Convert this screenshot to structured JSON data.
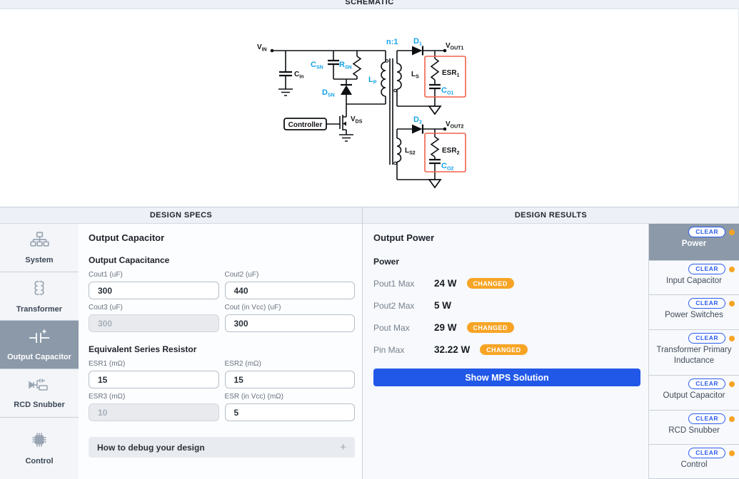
{
  "colors": {
    "accent_blue": "#2158e8",
    "badge_orange": "#f7a425",
    "selected_slate": "#8b99a9",
    "schematic_blue": "#13a3e8",
    "highlight_red": "#f2604a"
  },
  "schematic": {
    "title": "SCHEMATIC",
    "labels": {
      "vin": {
        "main": "V",
        "sub": "IN"
      },
      "cin": {
        "main": "C",
        "sub": "in"
      },
      "csn": {
        "main": "C",
        "sub": "SN"
      },
      "rsn": {
        "main": "R",
        "sub": "SN"
      },
      "dsn": {
        "main": "D",
        "sub": "SN"
      },
      "lp": {
        "main": "L",
        "sub": "P"
      },
      "ratio": {
        "main": "n:1",
        "sub": ""
      },
      "ls": {
        "main": "L",
        "sub": "S"
      },
      "d1": {
        "main": "D",
        "sub": "1"
      },
      "vout1": {
        "main": "V",
        "sub": "OUT1"
      },
      "esr1": {
        "main": "ESR",
        "sub": "1"
      },
      "co1": {
        "main": "C",
        "sub": "O1"
      },
      "controller": {
        "main": "Controller",
        "sub": ""
      },
      "vds": {
        "main": "V",
        "sub": "DS"
      },
      "d2": {
        "main": "D",
        "sub": "2"
      },
      "vout2": {
        "main": "V",
        "sub": "OUT2"
      },
      "ls2": {
        "main": "L",
        "sub": "S2"
      },
      "esr2": {
        "main": "ESR",
        "sub": "2"
      },
      "co2": {
        "main": "C",
        "sub": "O2"
      }
    }
  },
  "design_specs": {
    "header": "DESIGN SPECS",
    "sidebar": [
      {
        "label": "System",
        "icon": "system-icon",
        "selected": false
      },
      {
        "label": "Transformer",
        "icon": "transformer-icon",
        "selected": false
      },
      {
        "label": "Output Capacitor",
        "icon": "output-capacitor-icon",
        "selected": true
      },
      {
        "label": "RCD Snubber",
        "icon": "rcd-snubber-icon",
        "selected": false
      },
      {
        "label": "Control",
        "icon": "control-chip-icon",
        "selected": false
      }
    ],
    "form": {
      "title": "Output Capacitor",
      "sections": [
        {
          "title": "Output Capacitance",
          "fields": [
            {
              "label": "Cout1 (uF)",
              "value": "300",
              "disabled": false
            },
            {
              "label": "Cout2 (uF)",
              "value": "440",
              "disabled": false
            },
            {
              "label": "Cout3 (uF)",
              "value": "300",
              "disabled": true
            },
            {
              "label": "Cout (in Vcc) (uF)",
              "value": "300",
              "disabled": false
            }
          ]
        },
        {
          "title": "Equivalent Series Resistor",
          "fields": [
            {
              "label": "ESR1 (mΩ)",
              "value": "15",
              "disabled": false
            },
            {
              "label": "ESR2 (mΩ)",
              "value": "15",
              "disabled": false
            },
            {
              "label": "ESR3 (mΩ)",
              "value": "10",
              "disabled": true
            },
            {
              "label": "ESR (in Vcc) (mΩ)",
              "value": "5",
              "disabled": false
            }
          ]
        }
      ],
      "debug_accordion": {
        "label": "How to debug your design",
        "expand_icon": "+"
      }
    }
  },
  "design_results": {
    "header": "DESIGN RESULTS",
    "title": "Output Power",
    "group": "Power",
    "changed_badge": "CHANGED",
    "rows": [
      {
        "label": "Pout1 Max",
        "value": "24 W",
        "changed": true
      },
      {
        "label": "Pout2 Max",
        "value": "5 W",
        "changed": false
      },
      {
        "label": "Pout Max",
        "value": "29 W",
        "changed": true
      },
      {
        "label": "Pin Max",
        "value": "32.22 W",
        "changed": true
      }
    ],
    "button": "Show MPS Solution",
    "clear_label": "CLEAR",
    "sidebar": [
      {
        "label": "Power",
        "selected": true
      },
      {
        "label": "Input Capacitor",
        "selected": false
      },
      {
        "label": "Power Switches",
        "selected": false
      },
      {
        "label": "Transformer Primary Inductance",
        "selected": false
      },
      {
        "label": "Output Capacitor",
        "selected": false
      },
      {
        "label": "RCD Snubber",
        "selected": false
      },
      {
        "label": "Control",
        "selected": false
      }
    ]
  }
}
